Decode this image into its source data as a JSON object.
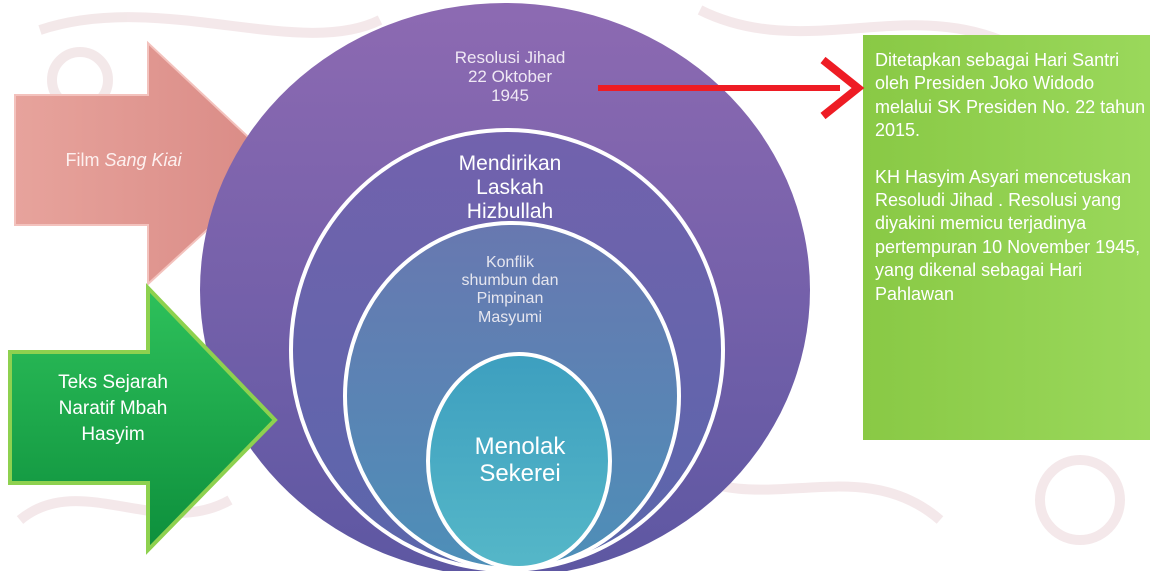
{
  "diagram": {
    "rings": [
      {
        "id": "outer",
        "label": "Resolusi  Jihad\n22 Oktober\n1945"
      },
      {
        "id": "second",
        "label": "Mendirikan\nLaskah\nHizbullah"
      },
      {
        "id": "third",
        "label": "Konflik\nshumbun dan\nPimpinan\nMasyumi"
      },
      {
        "id": "inner",
        "label": "Menolak\nSekerei"
      }
    ],
    "left_arrows": [
      {
        "id": "film",
        "label_prefix": "Film ",
        "label_italic": "Sang Kiai"
      },
      {
        "id": "teks",
        "label": "Teks Sejarah\nNaratif Mbah\nHasyim"
      }
    ],
    "info_box": {
      "paragraph_1": "Ditetapkan sebagai Hari Santri  oleh Presiden Joko Widodo melalui SK Presiden No. 22 tahun 2015.",
      "paragraph_2": "KH Hasyim Asyari mencetuskan Resoludi Jihad . Resolusi yang diyakini memicu terjadinya pertempuran 10 November 1945, yang dikenal sebagai Hari Pahlawan"
    },
    "colors": {
      "ring_outer": "#7e5da6",
      "ring_second": "#6a5aa6",
      "ring_third": "#5b7ab0",
      "ring_inner": "#44a8c2",
      "ring_border": "#ffffff",
      "film_arrow": "#df918b",
      "teks_arrow": "#1eaa4c",
      "teks_arrow_border": "#8ed14f",
      "red_arrow": "#ee1c24",
      "info_box": "#93cf4e"
    }
  }
}
